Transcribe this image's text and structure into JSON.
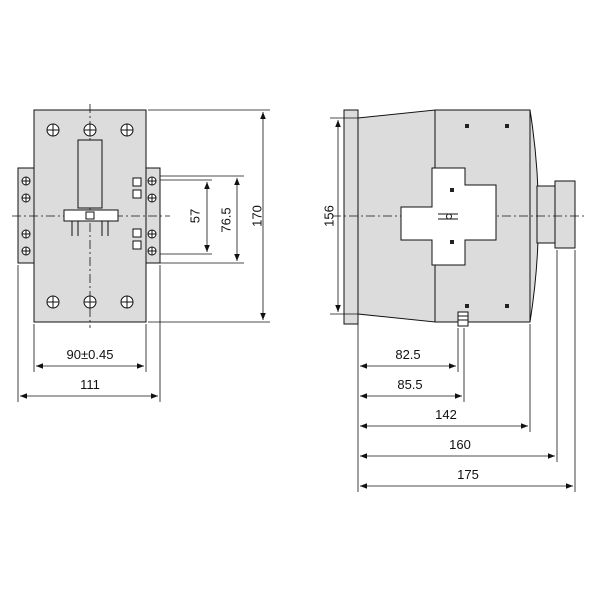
{
  "front_view": {
    "dim_mounting_width": "90±0.45",
    "dim_overall_width": "111",
    "dim_hole_spacing": "57",
    "dim_rail_spacing": "76.5",
    "dim_overall_height": "170"
  },
  "side_view": {
    "dim_height": "156",
    "dim_depth_1": "82.5",
    "dim_depth_2": "85.5",
    "dim_depth_3": "142",
    "dim_depth_4": "160",
    "dim_depth_5": "175"
  },
  "colors": {
    "body": "#dcdcdc",
    "line": "#111111",
    "background": "#ffffff"
  }
}
